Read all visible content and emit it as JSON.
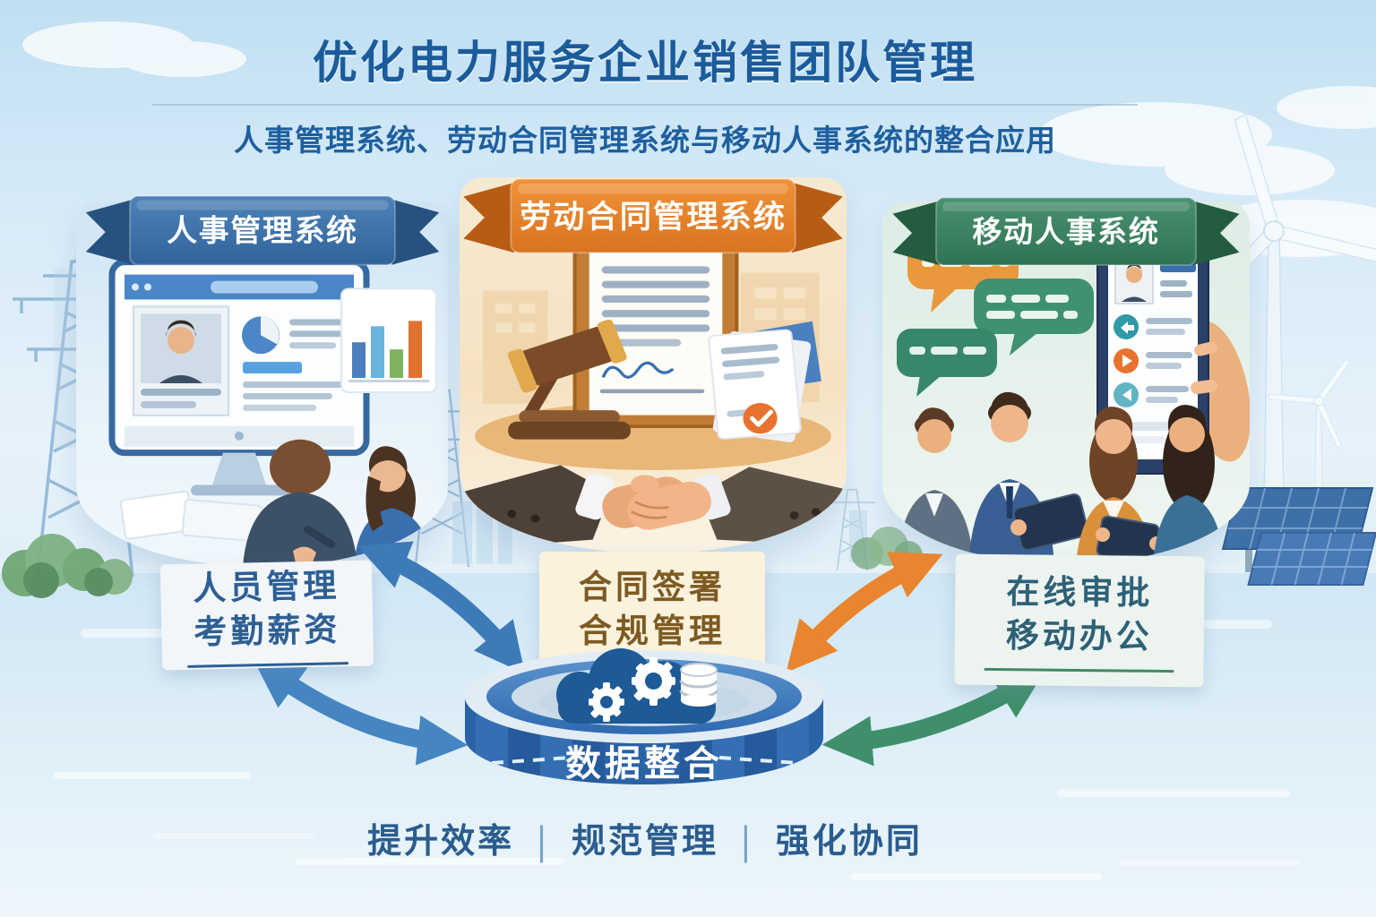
{
  "header": {
    "title": "优化电力服务企业销售团队管理",
    "subtitle": "人事管理系统、劳动合同管理系统与移动人事系统的整合应用"
  },
  "panels": [
    {
      "banner": "人事管理系统",
      "accent": "#3d74ae",
      "caption_line1": "人员管理",
      "caption_line2": "考勤薪资",
      "illustration": "hr-monitor-profile-barchart-two-staff"
    },
    {
      "banner": "劳动合同管理系统",
      "accent": "#e8852e",
      "caption_line1": "合同签署",
      "caption_line2": "合规管理",
      "illustration": "clipboard-contract-gavel-sealed-docs-handshake"
    },
    {
      "banner": "移动人事系统",
      "accent": "#3e8a67",
      "caption_line1": "在线审批",
      "caption_line2": "移动办公",
      "illustration": "chat-bubbles-phone-hr-app-team-tablets"
    }
  ],
  "hub": {
    "label": "数据整合",
    "icons": [
      "cloud-icon",
      "gear-icon",
      "database-icon"
    ],
    "color": "#2c64a8"
  },
  "footer": {
    "items": [
      "提升效率",
      "规范管理",
      "强化协同"
    ],
    "separator": "|"
  },
  "colors": {
    "title_blue": "#1b5b9b",
    "arrow_blue": "#3d7ab8",
    "arrow_orange": "#e8852e",
    "arrow_green": "#3f8f6b",
    "scene": [
      "#bfdff2",
      "#e6f2fa"
    ]
  }
}
